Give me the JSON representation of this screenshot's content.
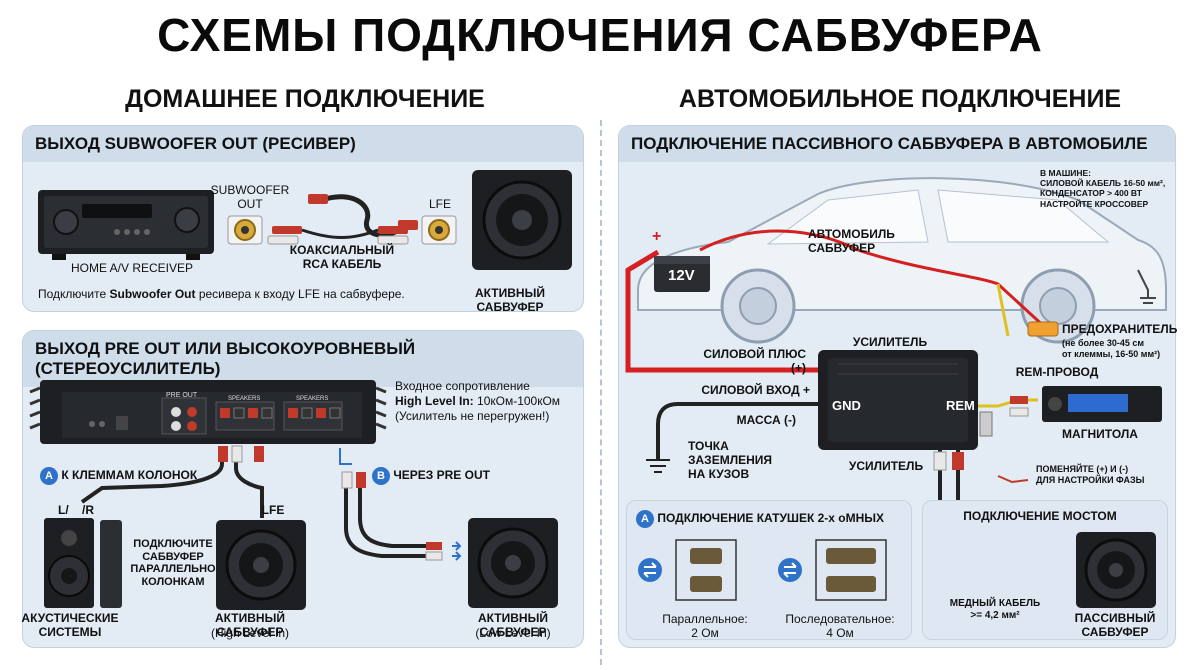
{
  "title": "СХЕМЫ ПОДКЛЮЧЕНИЯ САБВУФЕРА",
  "home": {
    "heading": "ДОМАШНЕЕ ПОДКЛЮЧЕНИЕ",
    "panel1": {
      "title": "ВЫХОД SUBWOOFER OUT (РЕСИВЕР)",
      "receiver_label": "HOME A/V RECEIVEP",
      "sub_out_label": "SUBWOOFER\nOUT",
      "cable_label": "КОАКСИАЛЬНЫЙ\nRCA КАБЕЛЬ",
      "lfe_label": "LFE",
      "sub_label": "АКТИВНЫЙ САБВУФЕР",
      "note_prefix": "Подключите ",
      "note_bold": "Subwoofer Out",
      "note_suffix": " ресивера к входу LFE на сабвуфере."
    },
    "panel2": {
      "title": "ВЫХОД PRE OUT ИЛИ ВЫСОКОУРОВНЕВЫЙ (СТЕРЕОУСИЛИТЕЛЬ)",
      "amp_pre_out": "PRE OUT",
      "amp_speakers1": "SPEAKERS",
      "amp_speakers2": "SPEAKERS",
      "input_line1": "Входное сопротивление",
      "input_line2_bold": "High Level In:",
      "input_line2_rest": " 10кОм-100кОм",
      "input_line3": "(Усилитель не перегружен!)",
      "a_badge": "A",
      "a_text": "К КЛЕММАМ КОЛОНОК",
      "b_badge": "B",
      "b_text": "ЧЕРЕЗ PRE OUT",
      "lr_label": "L/    /R",
      "lfe_label": "LFE",
      "parallel_note": "ПОДКЛЮЧИТЕ\nСАБВУФЕР\nПАРАЛЛЕЛЬНО\nКОЛОНКАМ",
      "speakers_label": "АКУСТИЧЕСКИЕ\nСИСТЕМЫ",
      "sub_high_label": "АКТИВНЫЙ САБВУФЕР",
      "sub_high_sub": "(High Level In)",
      "sub_low_label": "АКТИВНЫЙ САБВУФЕР",
      "sub_low_sub": "(Low Level In)"
    }
  },
  "car": {
    "heading": "АВТОМОБИЛЬНОЕ ПОДКЛЮЧЕНИЕ",
    "panel_title": "ПОДКЛЮЧЕНИЕ ПАССИВНОГО САБВУФЕРА В АВТОМОБИЛЕ",
    "in_car_note": "В МАШИНЕ:\nСИЛОВОЙ КАБЕЛЬ 16-50 мм²,\nКОНДЕНСАТОР > 400 ВТ\nНАСТРОЙТЕ КРОССОВЕР",
    "car_sub_label": "АВТОМОБИЛЬ\nСАБВУФЕР",
    "battery_plus": "+",
    "battery_label": "12V",
    "fuse_label": "ПРЕДОХРАНИТЕЛЬ",
    "fuse_note": "(не более 30-45 см\nот клеммы, 16-50 мм²)",
    "amp_top_label": "УСИЛИТЕЛЬ",
    "amp_bottom_label": "УСИЛИТЕЛЬ",
    "power_plus_label": "СИЛОВОЙ ПЛЮС (+)",
    "power_in_label": "СИЛОВОЙ ВХОД +",
    "ground_label": "МАССА (-)",
    "gnd": "GND",
    "rem": "REM",
    "rem_wire_label": "REM-ПРОВОД",
    "headunit_label": "МАГНИТОЛА",
    "ground_point": "ТОЧКА\nЗАЗЕМЛЕНИЯ\nНА КУЗОВ",
    "phase_note": "ПОМЕНЯЙТЕ (+) И (-)\nДЛЯ НАСТРОЙКИ ФАЗЫ",
    "coils": {
      "badge": "A",
      "title": "ПОДКЛЮЧЕНИЕ КАТУШЕК 2-х оМНЫХ",
      "parallel_label": "Параллельное:",
      "parallel_value": "2 Ом",
      "series_label": "Последовательное:",
      "series_value": "4 Ом"
    },
    "bridge": {
      "title": "ПОДКЛЮЧЕНИЕ МОСТОМ",
      "cable_note": "МЕДНЫЙ КАБЕЛЬ\n>= 4,2 мм²",
      "sub_label": "ПАССИВНЫЙ\nСАБВУФЕР"
    }
  },
  "colors": {
    "panel_bg": "#e3ebf4",
    "panel_head": "#cfdcea",
    "accent_blue": "#2f73c9",
    "power_red": "#d42020",
    "rem_yellow": "#e0c020"
  }
}
